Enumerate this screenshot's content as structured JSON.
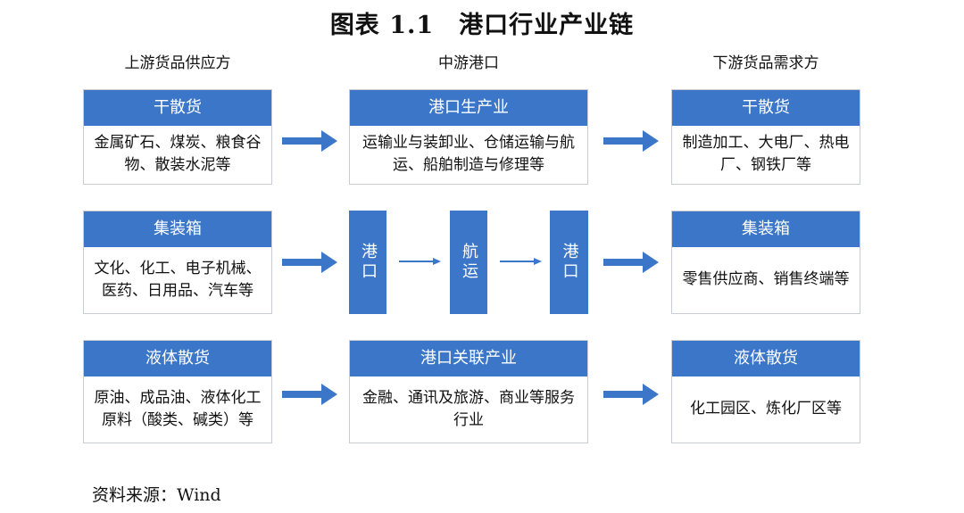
{
  "title": "图表 1.1　港口行业产业链",
  "columns": {
    "left": "上游货品供应方",
    "middle": "中游港口",
    "right": "下游货品需求方"
  },
  "upstream": [
    {
      "header": "干散货",
      "text": "金属矿石、煤炭、粮食谷物、散装水泥等"
    },
    {
      "header": "集装箱",
      "text": "文化、化工、电子机械、医药、日用品、汽车等"
    },
    {
      "header": "液体散货",
      "text": "原油、成品油、液体化工原料（酸类、碱类）等"
    }
  ],
  "midstream": {
    "top": {
      "header": "港口生产业",
      "text": "运输业与装卸业、仓储运输与航运、船舶制造与修理等"
    },
    "flow": [
      "港口",
      "航运",
      "港口"
    ],
    "bottom": {
      "header": "港口关联产业",
      "text": "金融、通讯及旅游、商业等服务行业"
    }
  },
  "downstream": [
    {
      "header": "干散货",
      "text": "制造加工、大电厂、热电厂、钢铁厂等"
    },
    {
      "header": "集装箱",
      "text": "零售供应商、销售终端等"
    },
    {
      "header": "液体散货",
      "text": "化工园区、炼化厂区等"
    }
  ],
  "source": "资料来源：Wind",
  "colors": {
    "accent": "#3b76c9",
    "border": "#c9ccd3"
  }
}
